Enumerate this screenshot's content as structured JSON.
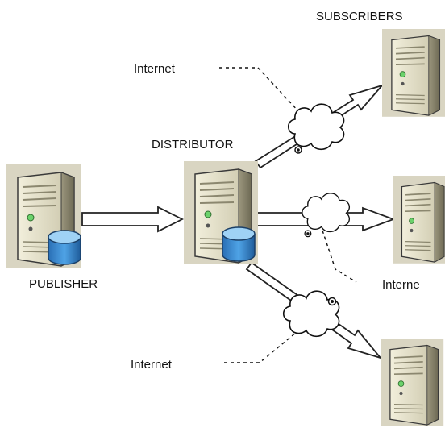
{
  "labels": {
    "subscribers": "SUBSCRIBERS",
    "distributor": "DISTRIBUTOR",
    "publisher": "PUBLISHER",
    "internet_top": "Internet",
    "internet_mid": "Interne",
    "internet_bottom": "Internet"
  },
  "nodes": [
    {
      "role": "publisher",
      "icon": "server-with-database-icon"
    },
    {
      "role": "distributor",
      "icon": "server-with-database-icon"
    },
    {
      "role": "subscriber",
      "icon": "server-icon"
    },
    {
      "role": "subscriber",
      "icon": "server-icon"
    },
    {
      "role": "subscriber",
      "icon": "server-icon"
    }
  ],
  "connections": [
    {
      "from": "publisher",
      "to": "distributor",
      "via": ""
    },
    {
      "from": "distributor",
      "to": "subscriber-1",
      "via": "internet-cloud"
    },
    {
      "from": "distributor",
      "to": "subscriber-2",
      "via": "internet-cloud"
    },
    {
      "from": "distributor",
      "to": "subscriber-3",
      "via": "internet-cloud"
    }
  ],
  "colors": {
    "server_body": "#e4e0c8",
    "server_panel": "#b8b39a",
    "server_outline": "#3a3a3a",
    "database": "#3d8fd6",
    "database_top": "#9fd2f5",
    "arrow_fill": "#ffffff",
    "arrow_stroke": "#222222",
    "cloud_fill": "#ffffff"
  }
}
